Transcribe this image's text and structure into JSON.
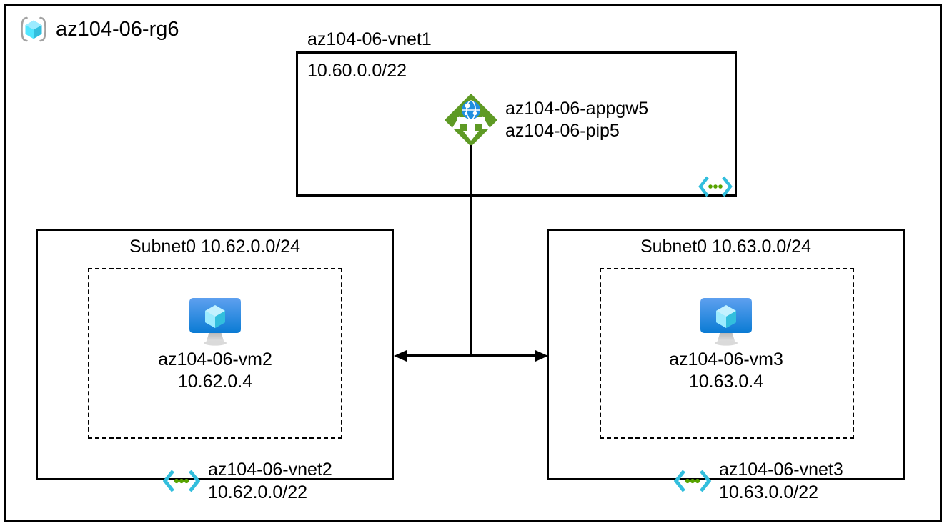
{
  "diagram": {
    "type": "azure-network-architecture",
    "resource_group": {
      "name": "az104-06-rg6",
      "icon": "resource-group-icon"
    },
    "vnet1": {
      "caption": "az104-06-vnet1",
      "cidr": "10.60.0.0/22",
      "vnet_icon": "virtual-network-icon",
      "appgw": {
        "icon": "application-gateway-icon",
        "line1": "az104-06-appgw5",
        "line2": "az104-06-pip5"
      }
    },
    "vnet2": {
      "subnet_heading": "Subnet0 10.62.0.0/24",
      "vm": {
        "icon": "virtual-machine-icon",
        "name": "az104-06-vm2",
        "ip": "10.62.0.4"
      },
      "badge": {
        "icon": "virtual-network-icon",
        "name": "az104-06-vnet2",
        "cidr": "10.62.0.0/22"
      }
    },
    "vnet3": {
      "subnet_heading": "Subnet0 10.63.0.0/24",
      "vm": {
        "icon": "virtual-machine-icon",
        "name": "az104-06-vm3",
        "ip": "10.63.0.4"
      },
      "badge": {
        "icon": "virtual-network-icon",
        "name": "az104-06-vnet3",
        "cidr": "10.63.0.0/22"
      }
    },
    "connectors": {
      "appgw_to_peering": "vertical-line",
      "peering_arrow": "double-headed-horizontal-arrow"
    },
    "colors": {
      "border": "#000000",
      "appgw_green": "#5E9A24",
      "vnet_cyan": "#32BEDD",
      "vnet_dots_green": "#57A300",
      "vm_blue": "#0078D4",
      "cube_cyan": "#9CEBFF",
      "rg_bracket_gray": "#A3A3A3"
    }
  }
}
